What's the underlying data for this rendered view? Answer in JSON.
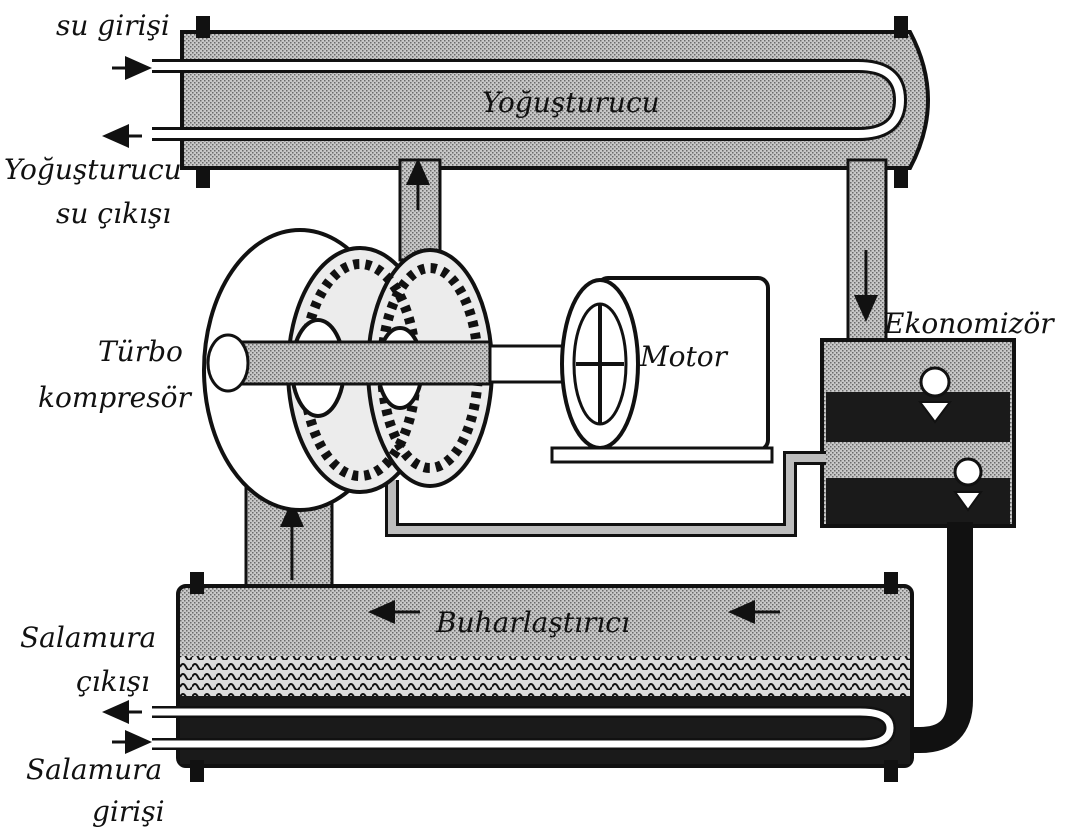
{
  "labels": {
    "water_in": "su girişi",
    "condenser": "Yoğuşturucu",
    "condenser_water_out_1": "Yoğuşturucu",
    "condenser_water_out_2": "su çıkışı",
    "turbo_1": "Türbo",
    "turbo_2": "kompresör",
    "motor": "Motor",
    "economizer": "Ekonomizör",
    "evaporator": "Buharlaştırıcı",
    "brine_out_1": "Salamura",
    "brine_out_2": "çıkışı",
    "brine_in_1": "Salamura",
    "brine_in_2": "girişi"
  },
  "colors": {
    "ink": "#111111",
    "shell_fill": "#bdbdbd",
    "liquid_fill": "#1a1a1a",
    "background": "#ffffff"
  }
}
